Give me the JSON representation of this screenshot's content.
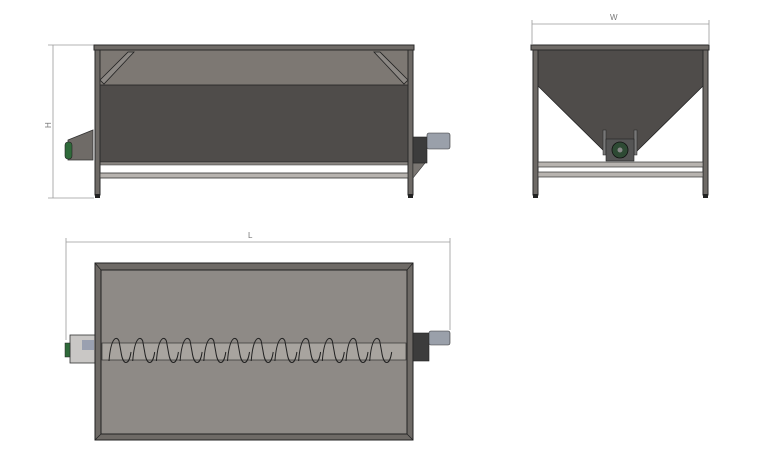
{
  "drawing": {
    "dimension_labels": {
      "height": "H",
      "width": "W",
      "length": "L"
    },
    "views": [
      "front-view",
      "side-view",
      "top-view"
    ],
    "colors": {
      "panel_light": "#7d7873",
      "panel_dark": "#4f4c4a",
      "frame": "#6e6a66",
      "top_plate": "#8e8a86",
      "motor": "#9aa0aa",
      "pulley": "#2f6a3a"
    }
  }
}
